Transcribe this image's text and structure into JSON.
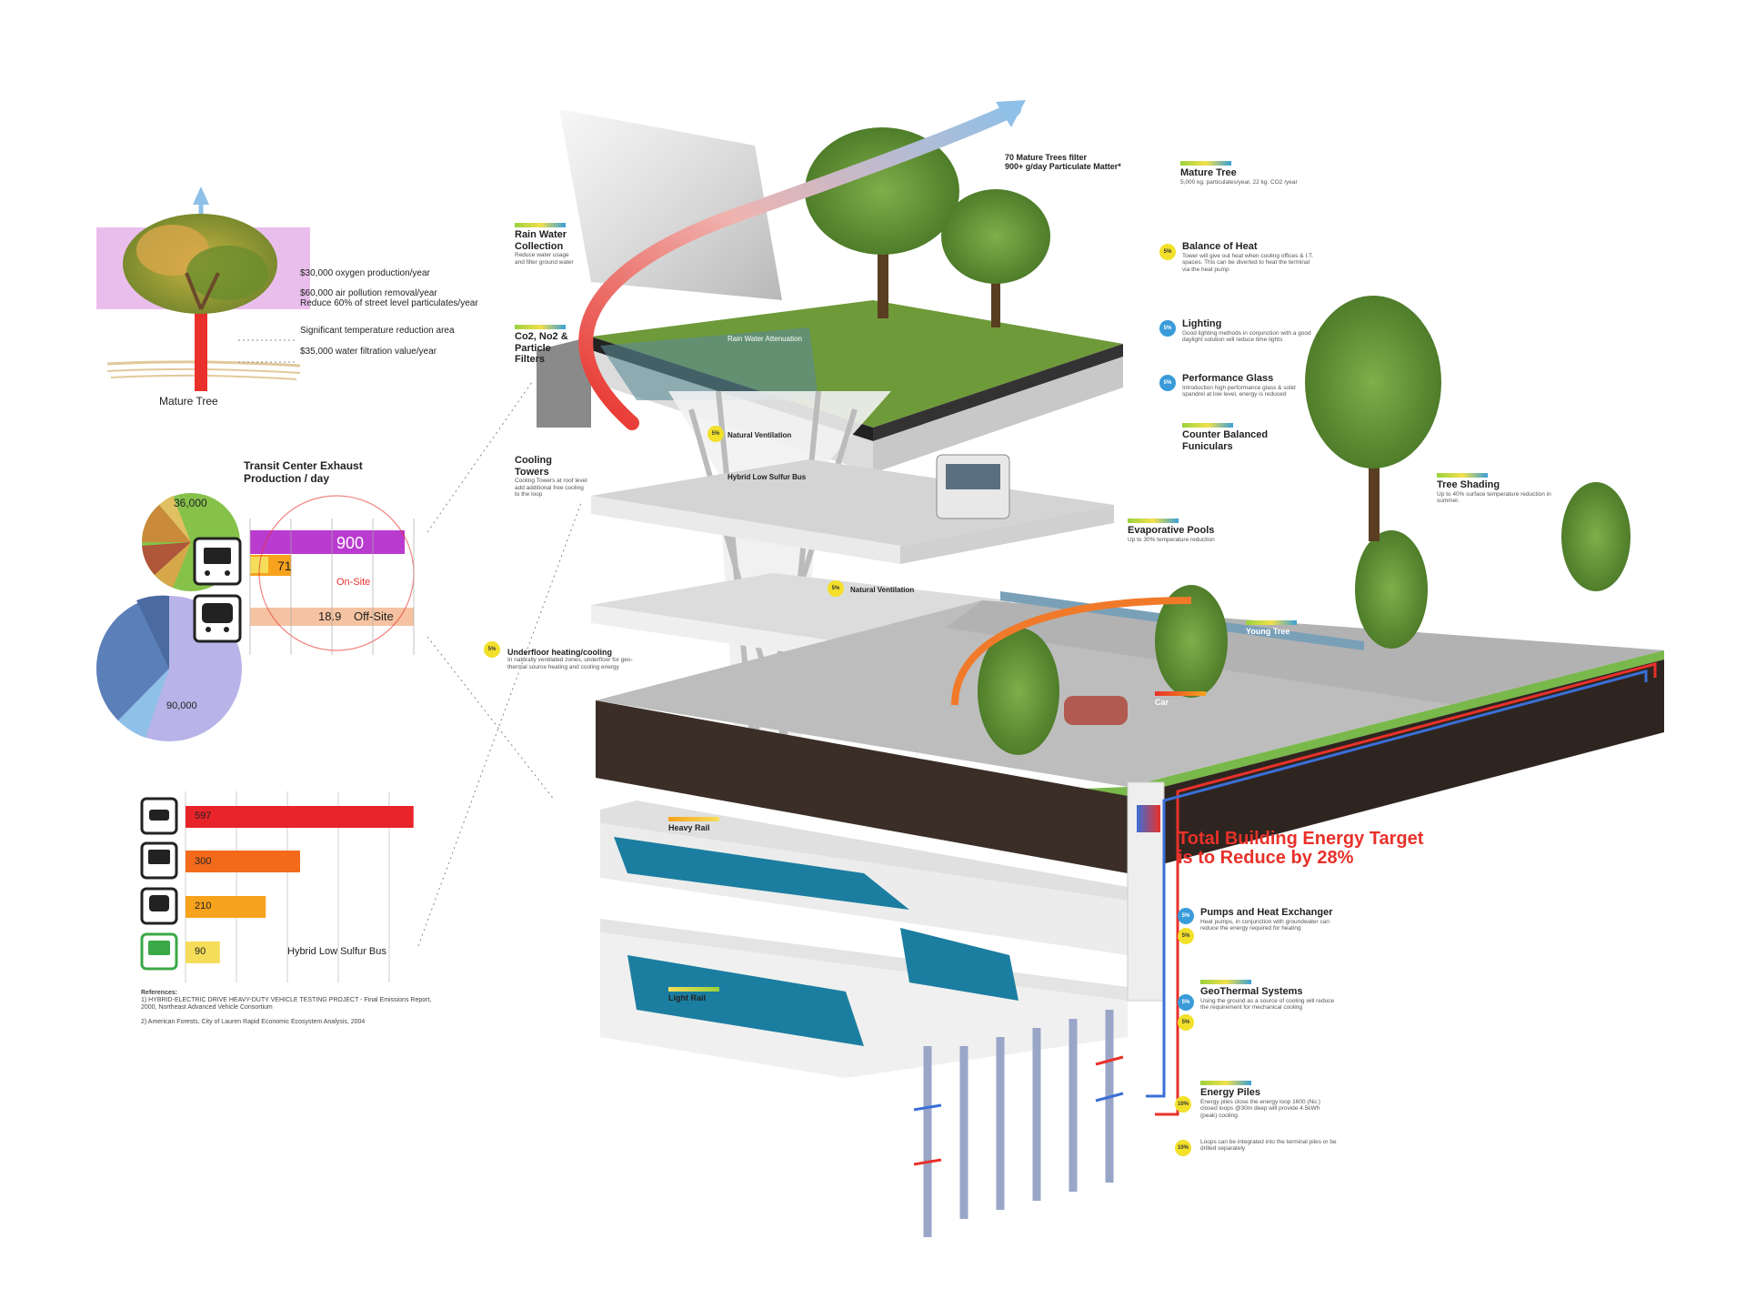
{
  "tree": {
    "title": "Mature Tree",
    "facts": [
      "$30,000 oxygen production/year",
      "$60,000 air pollution removal/year",
      "Reduce 60% of street level particulates/year",
      "Significant temperature reduction area",
      "$35,000 water filtration value/year"
    ]
  },
  "exhaust": {
    "title": "Transit Center Exhaust",
    "subtitle": "Production / day",
    "pie_small_value": "36,000",
    "pie_large_value": "90,000",
    "pm_value": "900",
    "co2_value": "71",
    "onsite_label": "On-Site",
    "offsite_value": "18.9",
    "offsite_label": "Off-Site"
  },
  "vehicle_bars": {
    "values": [
      "597",
      "300",
      "210",
      "90"
    ],
    "hybrid_label": "Hybrid Low Sulfur Bus",
    "colors": [
      "#e8242a",
      "#f46a1b",
      "#f7a21c",
      "#f5dd5a"
    ]
  },
  "references": {
    "heading": "References:",
    "line1": "1) HYBRID-ELECTRIC DRIVE HEAVY-DUTY VEHICLE TESTING PROJECT - Final Emissions Report,",
    "line2": "2000, Northeast Advanced Vehicle Consortium",
    "line3": "2) American Forests, City of Lauren Rapid Economic Ecosystem Analysis, 2004"
  },
  "callouts": {
    "trees_filter_1": "70 Mature Trees filter",
    "trees_filter_2": "900+ g/day Particulate Matter*",
    "mature_tree": "Mature Tree",
    "mature_tree_desc": "5,000 kg. particulates/year, 22 kg. CO2 /year",
    "rain_water": "Rain Water Collection",
    "rain_water_desc": "Reduce water usage and filter ground water",
    "co2_filters": "Co2, No2 & Particle Filters",
    "cooling_towers": "Cooling Towers",
    "cooling_towers_desc": "Cooling Towers at roof level add additional free cooling to the loop",
    "balance_heat": "Balance of Heat",
    "balance_heat_desc": "Tower will give out heat when cooling offices & I.T. spaces. This can be diverted to heat the terminal via the heat pump",
    "lighting": "Lighting",
    "lighting_desc": "Good lighting methods in conjunction with a good daylight solution will reduce time lights",
    "performance_glass": "Performance Glass",
    "performance_glass_desc": "Introduction high performance glass & solid spandrel at low level, energy is reduced",
    "counter_funiculars": "Counter Balanced Funiculars",
    "tree_shading": "Tree Shading",
    "tree_shading_desc": "Up to 40% surface temperature reduction in summer.",
    "evaporative_pools": "Evaporative Pools",
    "evaporative_pools_desc": "Up to 30% temperature reduction",
    "natural_ventilation": "Natural Ventilation",
    "natural_ventilation_2": "Natural Ventilation",
    "hybrid_bus": "Hybrid Low Sulfur Bus",
    "underfloor": "Underfloor heating/cooling",
    "underfloor_desc": "In naturally ventilated zones, underfloor for geo-thermal source heating and cooling energy",
    "young_tree": "Young Tree",
    "car": "Car",
    "heavy_rail": "Heavy Rail",
    "light_rail": "Light Rail",
    "rain_attenuation": "Rain Water Attenuation",
    "pct_5": "5%",
    "pct_10": "10%"
  },
  "energy": {
    "target_line1": "Total Building Energy Target",
    "target_line2": "is to Reduce by 28%",
    "pumps": "Pumps and Heat Exchanger",
    "pumps_desc": "Heat pumps, in conjunction with groundwater can reduce the energy required for heating",
    "geothermal": "GeoThermal Systems",
    "geothermal_desc": "Using the ground as a source of cooling will reduce the requirement for mechanical cooling",
    "energy_piles": "Energy Piles",
    "energy_piles_desc": "Energy piles close the energy loop 1600 (No.) closed loops @30m deep will provide 4.5kWh (peak) cooling",
    "loops_note": "Loops can be integrated into the terminal piles or be drilled separately",
    "pct_5": "5%",
    "pct_10": "10%"
  },
  "colors": {
    "red": "#e8312a",
    "blue": "#3a6fd8",
    "green_pie": "#86c24a",
    "purple_pie": "#b8b3e8",
    "grass": "#79b84a",
    "slab": "#e4e4e4"
  }
}
